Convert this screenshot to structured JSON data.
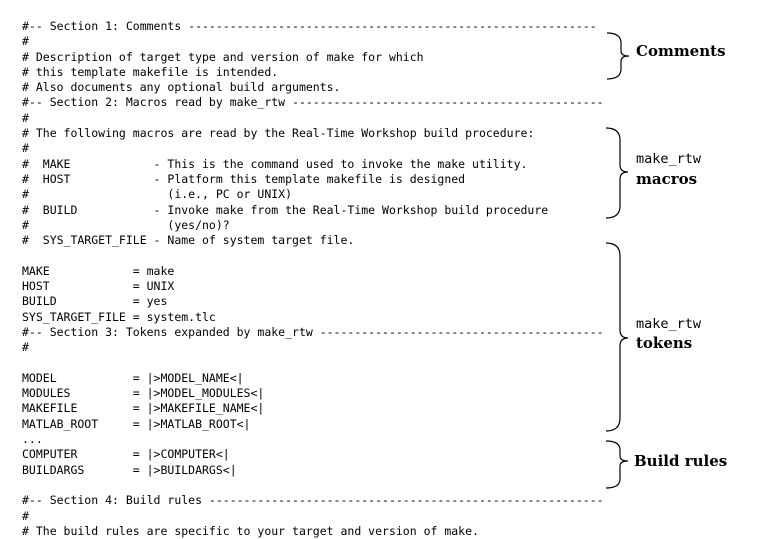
{
  "code_lines": [
    "#-- Section 1: Comments -----------------------------------------------------------",
    "#",
    "# Description of target type and version of make for which",
    "# this template makefile is intended.",
    "# Also documents any optional build arguments.",
    "#-- Section 2: Macros read by make_rtw ---------------------------------------------",
    "#",
    "# The following macros are read by the Real-Time Workshop build procedure:",
    "#",
    "#  MAKE            - This is the command used to invoke the make utility.",
    "#  HOST            - Platform this template makefile is designed",
    "#                    (i.e., PC or UNIX)",
    "#  BUILD           - Invoke make from the Real-Time Workshop build procedure",
    "#                    (yes/no)?",
    "#  SYS_TARGET_FILE - Name of system target file.",
    "",
    "MAKE            = make",
    "HOST            = UNIX",
    "BUILD           = yes",
    "SYS_TARGET_FILE = system.tlc",
    "#-- Section 3: Tokens expanded by make_rtw -----------------------------------------",
    "#",
    "",
    "MODEL           = |>MODEL_NAME<|",
    "MODULES         = |>MODEL_MODULES<|",
    "MAKEFILE        = |>MAKEFILE_NAME<|",
    "MATLAB_ROOT     = |>MATLAB_ROOT<|",
    "...",
    "COMPUTER        = |>COMPUTER<|",
    "BUILDARGS       = |>BUILDARGS<|",
    "",
    "#-- Section 4: Build rules ---------------------------------------------------------",
    "#",
    "# The build rules are specific to your target and version of make."
  ],
  "annotations": {
    "comments": "Comments",
    "macros_code": "make_rtw",
    "macros_label": "macros",
    "tokens_code": "make_rtw",
    "tokens_label": "tokens",
    "build_rules": "Build rules"
  }
}
